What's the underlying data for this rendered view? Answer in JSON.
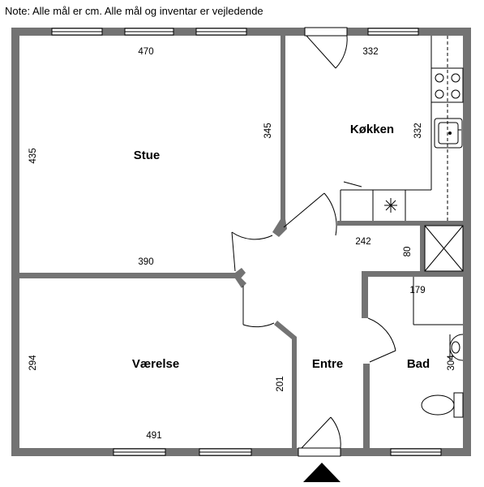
{
  "note": "Note: Alle mål er cm. Alle mål og inventar er vejledende",
  "rooms": {
    "stue": "Stue",
    "kokken": "Køkken",
    "vaerelse": "Værelse",
    "entre": "Entre",
    "bad": "Bad"
  },
  "dimensions": {
    "stue_width": "470",
    "stue_depth": "435",
    "stue_inner_height": "345",
    "stue_bottom": "390",
    "kokken_width": "332",
    "kokken_depth": "332",
    "entre_width": "242",
    "entre_depth": "80",
    "bad_width": "179",
    "bad_depth": "304",
    "vaerelse_depth": "294",
    "vaerelse_width": "491",
    "entre_length": "201"
  }
}
